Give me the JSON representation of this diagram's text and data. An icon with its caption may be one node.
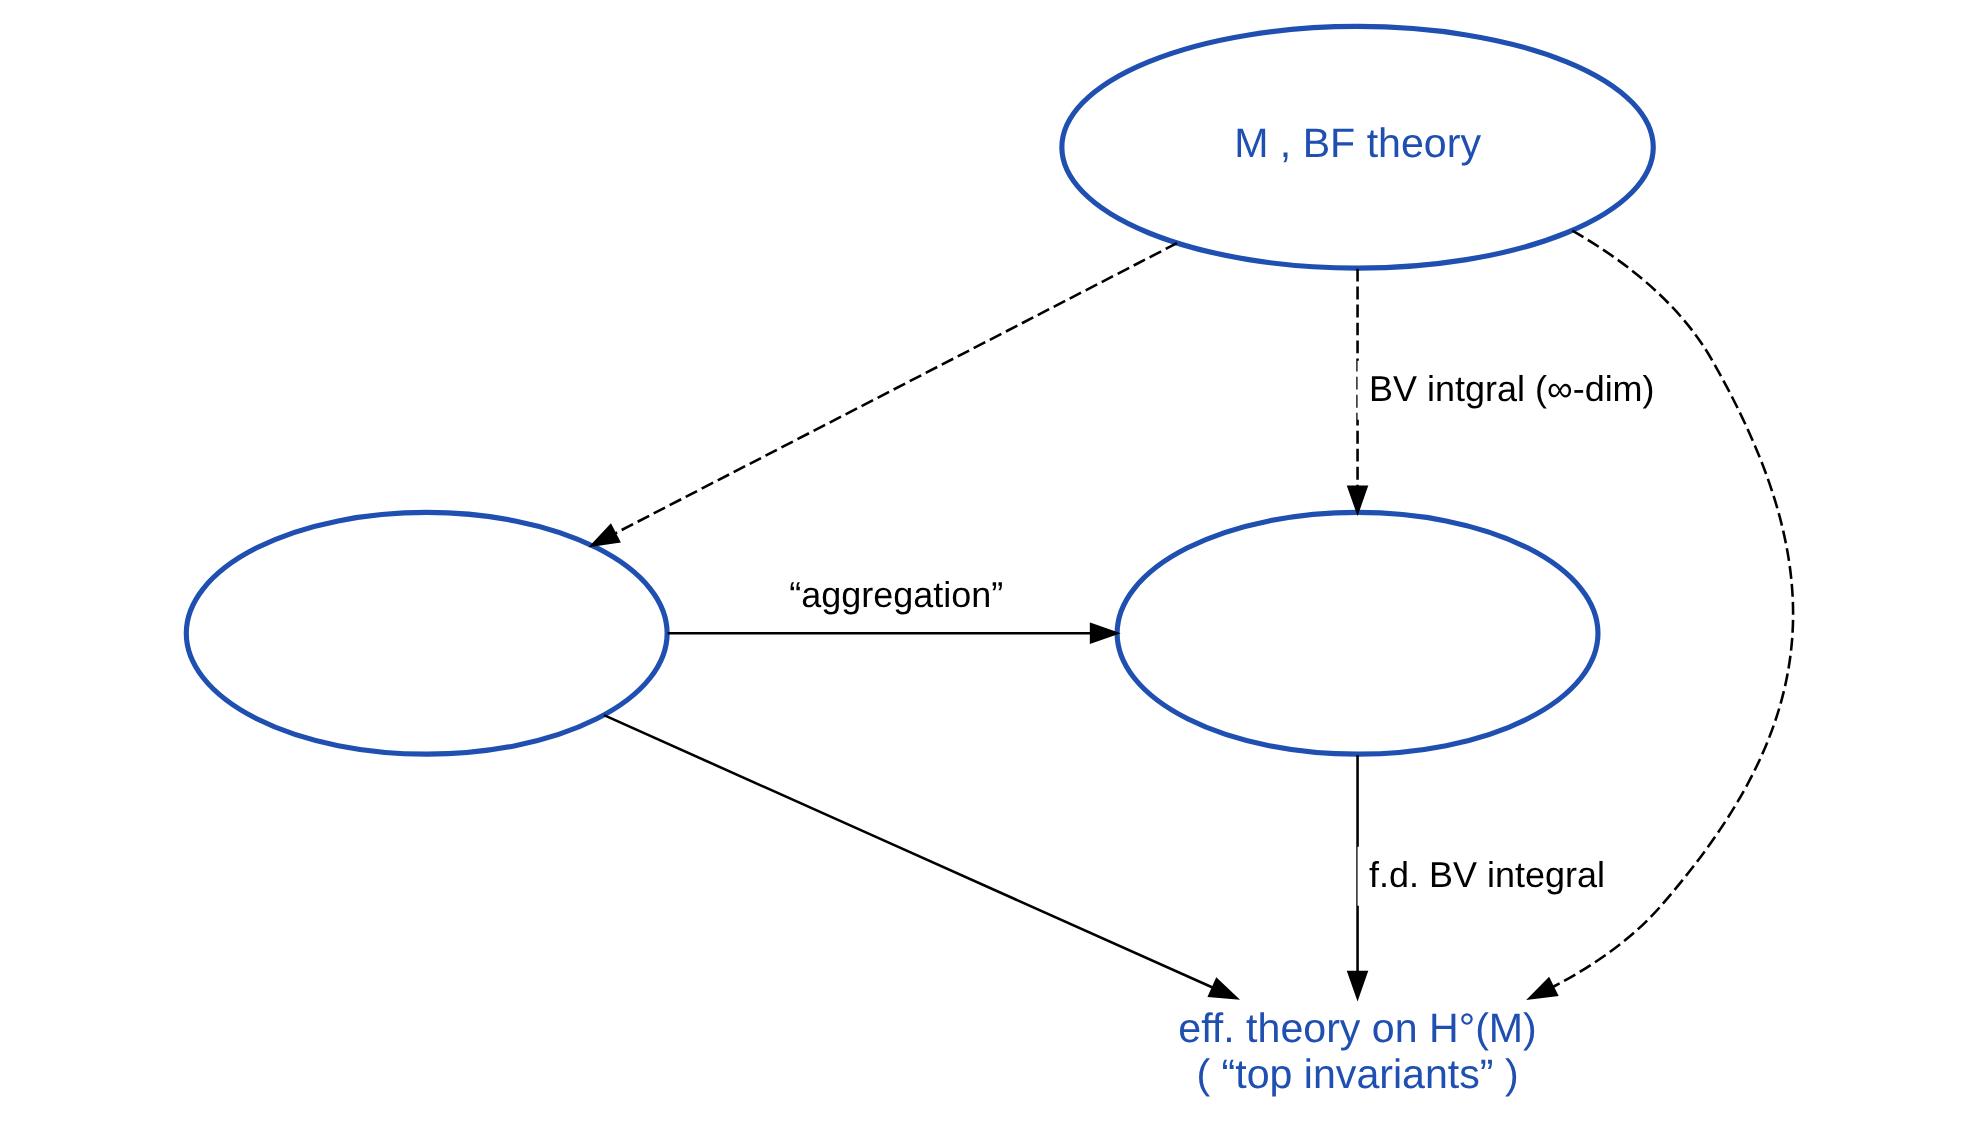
{
  "diagram": {
    "nodes": [
      {
        "text": [
          "M , BF theory"
        ]
      },
      {
        "text": [],
        "shape": "ellipse"
      },
      {
        "text": [],
        "shape": "ellipse"
      },
      {
        "text": [
          "eff. theory on H°(M)",
          "( “top invariants” )"
        ]
      }
    ],
    "edges": [
      {
        "from": 0,
        "to": 1,
        "arrow": "to",
        "style": "dashed"
      },
      {
        "from": 0,
        "to": 3,
        "arrow": "to",
        "style": "dashed"
      },
      {
        "from": 0,
        "to": 2,
        "arrow": "to",
        "style": "dashed",
        "label": "BV intgral (∞-dim)"
      },
      {
        "from": 1,
        "to": 2,
        "arrow": "to",
        "label": "“aggregation”"
      },
      {
        "from": 1,
        "to": 3,
        "arrow": "to"
      },
      {
        "from": 2,
        "to": 3,
        "arrow": "to",
        "label": "f.d. BV integral"
      }
    ]
  }
}
